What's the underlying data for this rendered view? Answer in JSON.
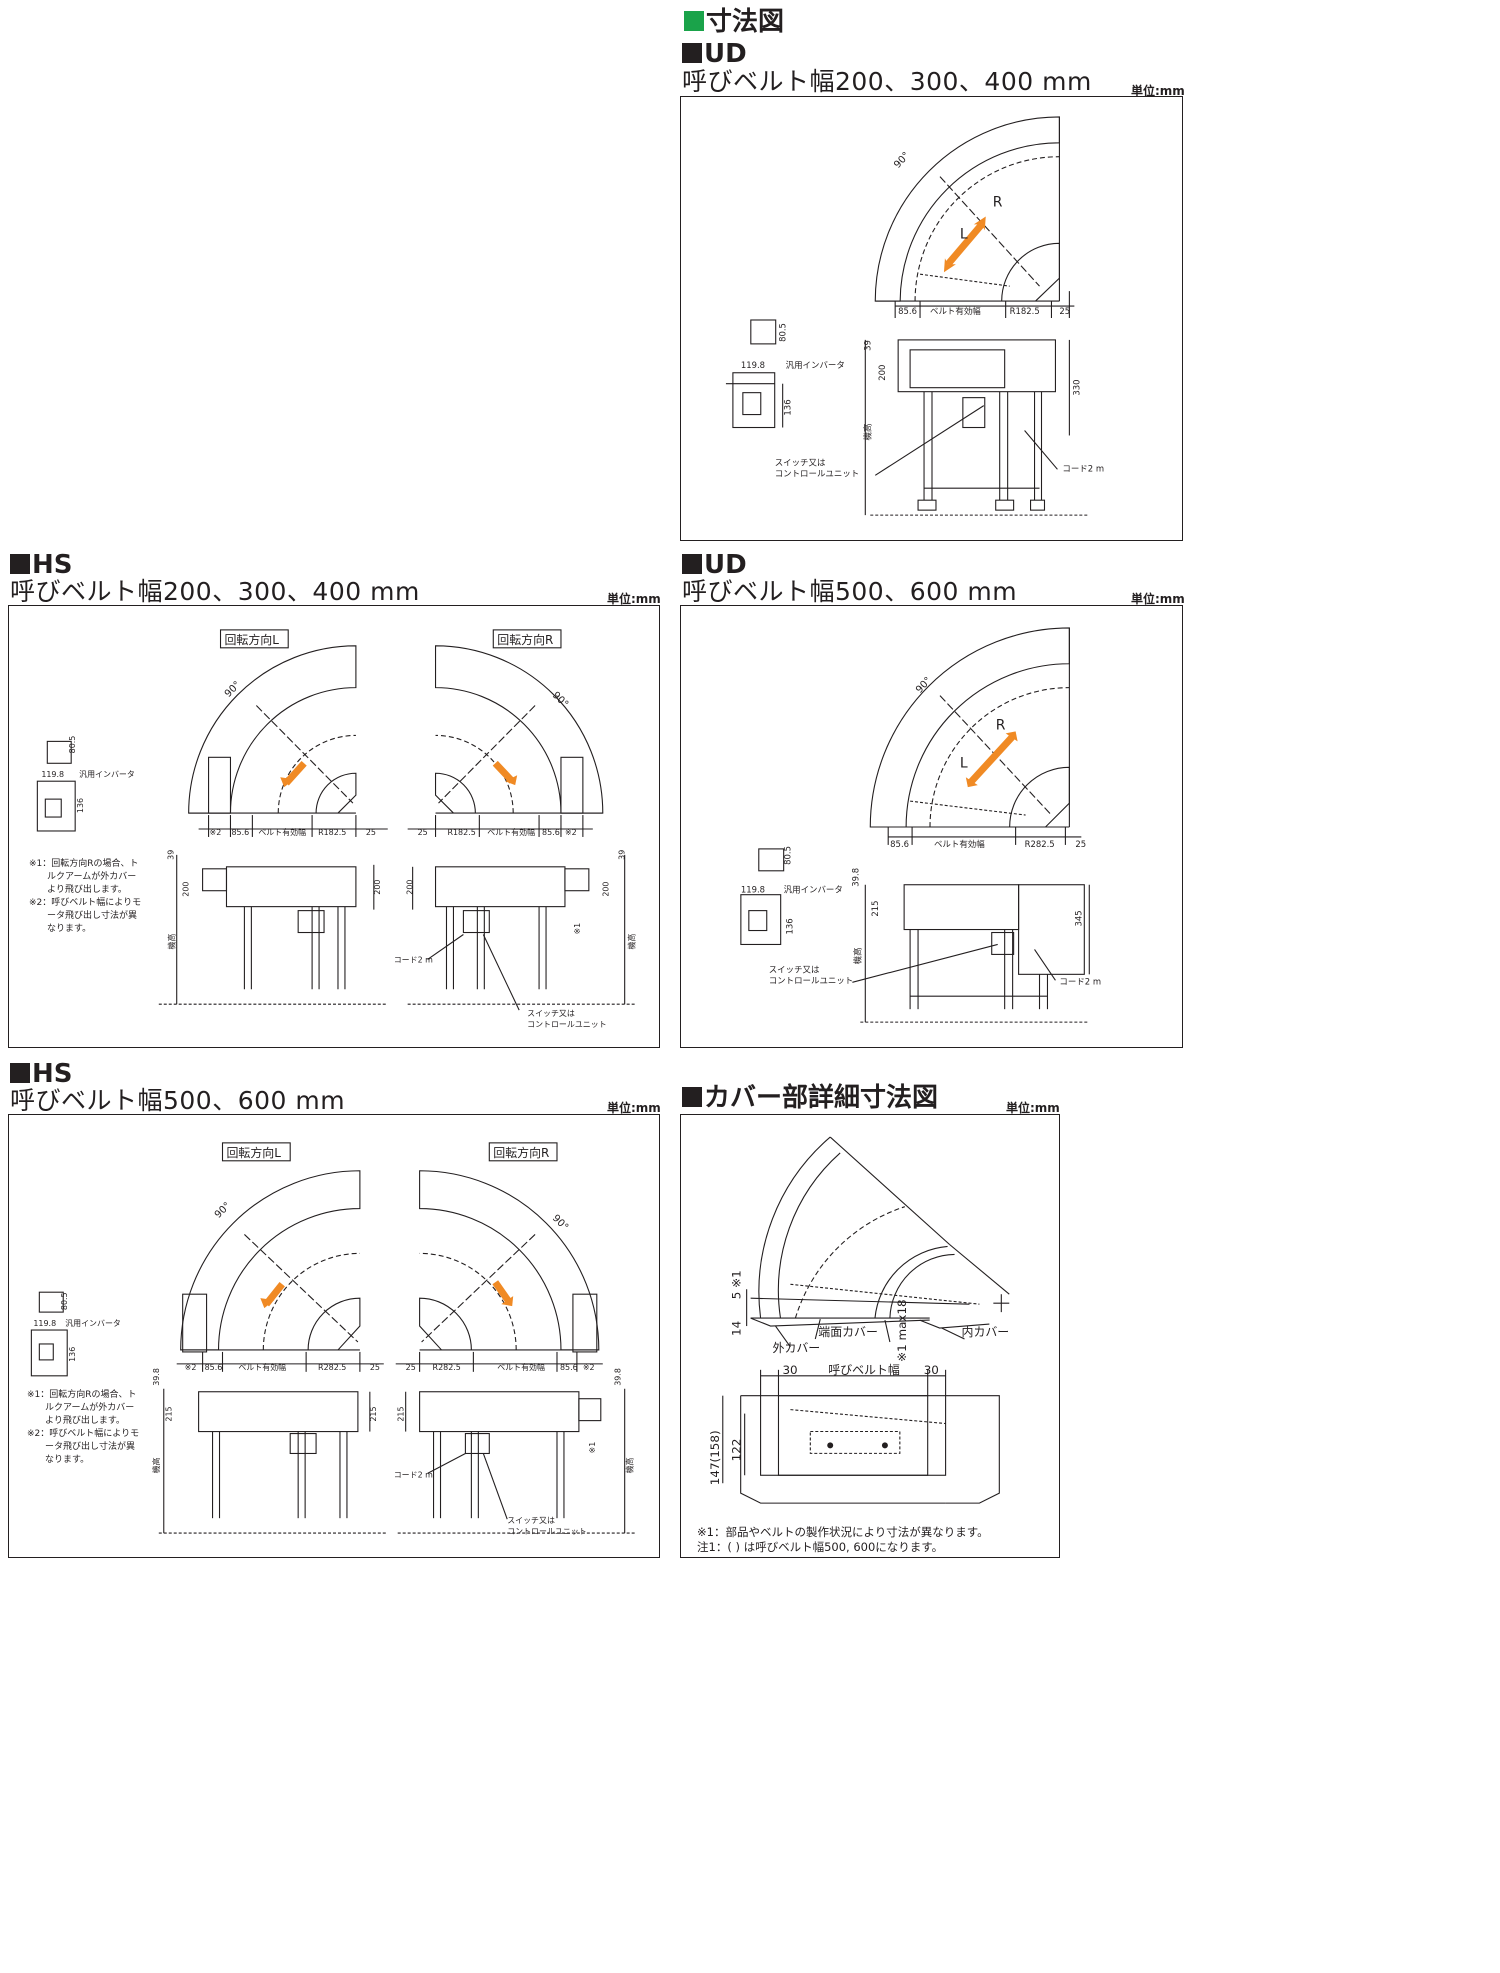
{
  "page": {
    "title": "寸法図",
    "unit_label": "単位:mm"
  },
  "sections": [
    {
      "id": "ud1",
      "series": "UD",
      "subtitle": "呼びベルト幅200、300、400 mm"
    },
    {
      "id": "hs1",
      "series": "HS",
      "subtitle": "呼びベルト幅200、300、400 mm"
    },
    {
      "id": "ud2",
      "series": "UD",
      "subtitle": "呼びベルト幅500、600 mm"
    },
    {
      "id": "hs2",
      "series": "HS",
      "subtitle": "呼びベルト幅500、600 mm"
    },
    {
      "id": "cover",
      "series": "カバー部詳細寸法図",
      "subtitle": ""
    }
  ],
  "labels": {
    "angle": "90°",
    "r": "R",
    "l": "L",
    "belt_effective_width": "ベルト有効幅",
    "r182": "R182.5",
    "r282": "R282.5",
    "d856": "85.6",
    "d25": "25",
    "d39": "39",
    "d398": "39.8",
    "d200": "200",
    "d215": "215",
    "d330": "330",
    "d345": "345",
    "d805": "80.5",
    "d1198": "119.8",
    "d136": "136",
    "inverter": "汎用インバータ",
    "machine_height": "機高",
    "switch_line1": "スイッチ又は",
    "switch_line2": "コントロールユニット",
    "cord": "コード2 m",
    "rot_l": "回転方向L",
    "rot_r": "回転方向R",
    "note2_mark": "※2",
    "note1_mark": "※1",
    "hs_notes": [
      "※1：回転方向Rの場合、ト",
      "　　ルクアームが外カバー",
      "　　より飛び出します。",
      "※2：呼びベルト幅によりモ",
      "　　ータ飛び出し寸法が異",
      "　　なります。"
    ]
  },
  "cover": {
    "d5": "5 ※1",
    "d14": "14",
    "d30a": "30",
    "d30b": "30",
    "nominal_width": "呼びベルト幅",
    "end_cover": "端面カバー",
    "max18": "※1 max18",
    "inner_cover": "内カバー",
    "outer_cover": "外カバー",
    "d147": "147(158)",
    "d122": "122",
    "note1": "※1：部品やベルトの製作状況により寸法が異なります。",
    "note2": "注1：( ) は呼びベルト幅500, 600になります。"
  },
  "colors": {
    "title_square": "#1aa34a",
    "arrow": "#f08a24",
    "line": "#231f20"
  }
}
